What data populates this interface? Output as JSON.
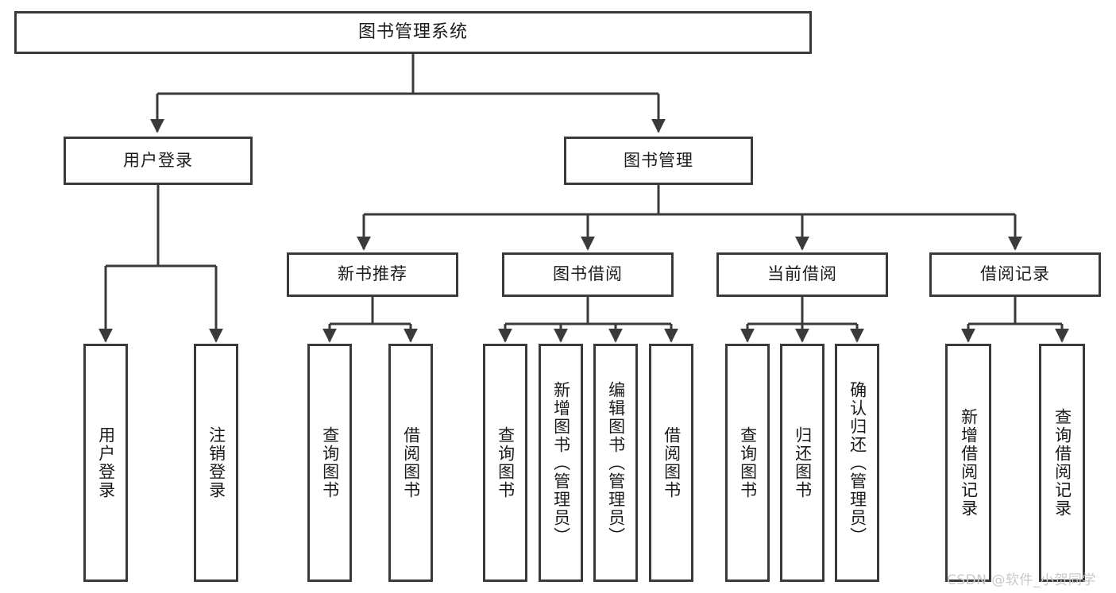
{
  "diagram": {
    "type": "tree-hierarchy",
    "title": "图书管理系统",
    "watermark": "CSDN @软件_小贺同学",
    "style": {
      "background": "#ffffff",
      "stroke": "#3a3a3a",
      "text": "#1b1b1b",
      "watermark_color": "#c9c9c9"
    },
    "levels": [
      {
        "level": 0,
        "nodes": [
          {
            "id": "root",
            "label": "图书管理系统"
          }
        ]
      },
      {
        "level": 1,
        "nodes": [
          {
            "id": "login",
            "label": "用户登录",
            "parent": "root"
          },
          {
            "id": "bookmgmt",
            "label": "图书管理",
            "parent": "root"
          }
        ]
      },
      {
        "level": 2,
        "nodes": [
          {
            "id": "newbook",
            "label": "新书推荐",
            "parent": "bookmgmt"
          },
          {
            "id": "borrow",
            "label": "图书借阅",
            "parent": "bookmgmt"
          },
          {
            "id": "current",
            "label": "当前借阅",
            "parent": "bookmgmt"
          },
          {
            "id": "records",
            "label": "借阅记录",
            "parent": "bookmgmt"
          }
        ]
      },
      {
        "level": 3,
        "nodes": [
          {
            "id": "leaf1",
            "label": "用户登录",
            "parent": "login"
          },
          {
            "id": "leaf2",
            "label": "注销登录",
            "parent": "login"
          },
          {
            "id": "leaf3",
            "label": "查询图书",
            "parent": "newbook"
          },
          {
            "id": "leaf4",
            "label": "借阅图书",
            "parent": "newbook"
          },
          {
            "id": "leaf5",
            "label": "查询图书",
            "parent": "borrow"
          },
          {
            "id": "leaf6",
            "label": "新增图书（管理员）",
            "parent": "borrow"
          },
          {
            "id": "leaf7",
            "label": "编辑图书（管理员）",
            "parent": "borrow"
          },
          {
            "id": "leaf8",
            "label": "借阅图书",
            "parent": "borrow"
          },
          {
            "id": "leaf9",
            "label": "查询图书",
            "parent": "current"
          },
          {
            "id": "leaf10",
            "label": "归还图书",
            "parent": "current"
          },
          {
            "id": "leaf11",
            "label": "确认归还（管理员）",
            "parent": "current"
          },
          {
            "id": "leaf12",
            "label": "新增借阅记录",
            "parent": "records"
          },
          {
            "id": "leaf13",
            "label": "查询借阅记录",
            "parent": "records"
          }
        ]
      }
    ]
  }
}
